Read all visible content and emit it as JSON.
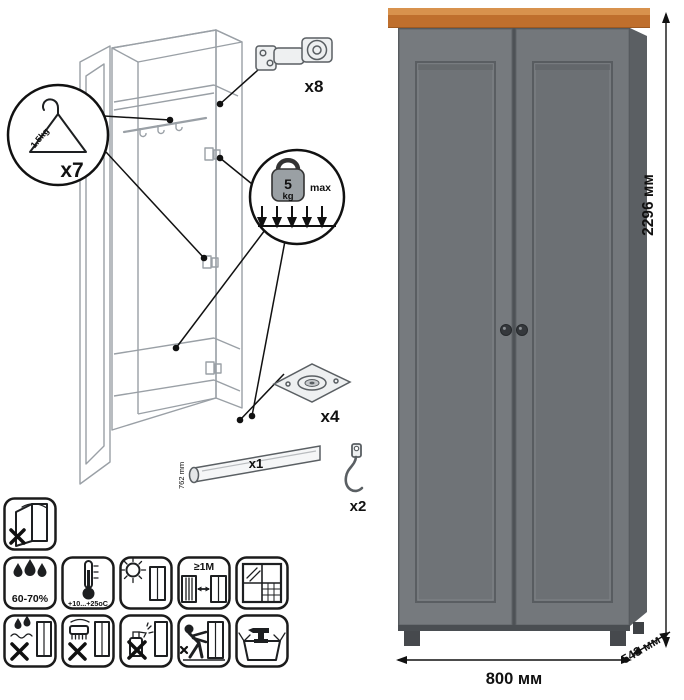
{
  "assembly": {
    "hanger_callout": {
      "capacity": "1.5kg",
      "count": "x7"
    },
    "shelf_load_callout": {
      "value": "5",
      "unit": "kg",
      "max_label": "max"
    },
    "hinges": {
      "count": "x8"
    },
    "feet": {
      "count": "x4"
    },
    "rod": {
      "count": "x1",
      "length_label": "762 mm"
    },
    "hooks": {
      "count": "x2"
    }
  },
  "dimensions": {
    "height": "2296 мм",
    "width": "800 мм",
    "depth": "543 мм"
  },
  "care": {
    "humidity_range": "60-70%",
    "temperature_range": "+10...+25оС",
    "min_distance": "≥1М"
  },
  "colors": {
    "wood_top_front": "#bf6f2d",
    "wood_top_surface": "#d8924d",
    "door_gray": "#767a7e",
    "panel_gray": "#6f7377",
    "side_gray": "#5b5f63",
    "knob": "#35383c",
    "line_art": "#9aa0a6"
  }
}
